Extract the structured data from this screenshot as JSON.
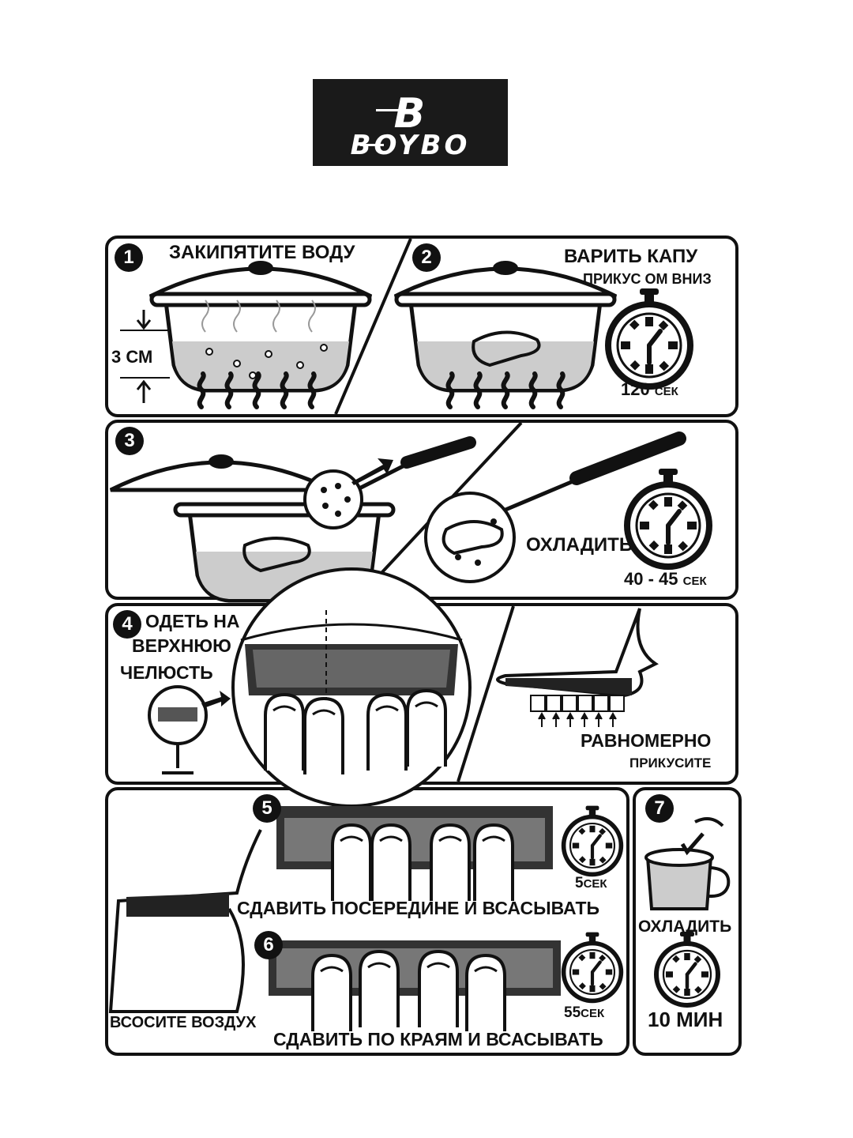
{
  "logo": {
    "mark": "B",
    "brand": "BOYBO"
  },
  "steps": [
    {
      "number": "1",
      "title": "ЗАКИПЯТИТЕ ВОДУ",
      "measure": "3 СМ"
    },
    {
      "number": "2",
      "title": "ВАРИТЬ КАПУ",
      "subtitle": "ПРИКУС ОМ ВНИЗ",
      "time": "120",
      "unit": "СЕК"
    },
    {
      "number": "3",
      "action": "ОХЛАДИТЬ",
      "time": "40 - 45",
      "unit": "СЕК"
    },
    {
      "number": "4",
      "line1": "ОДЕТЬ НА",
      "line2": "ВЕРХНЮЮ",
      "line3": "ЧЕЛЮСТЬ",
      "bite1": "РАВНОМЕРНО",
      "bite2": "ПРИКУСИТЕ"
    },
    {
      "number": "5",
      "time": "5",
      "unit": "СЕК",
      "action": "СДАВИТЬ ПОСЕРЕДИНЕ И ВСАСЫВАТЬ",
      "suck": "ВСОСИТЕ ВОЗДУХ"
    },
    {
      "number": "6",
      "time": "55",
      "unit": "СЕК",
      "action": "СДАВИТЬ ПО КРАЯМ И ВСАСЫВАТЬ"
    },
    {
      "number": "7",
      "action": "ОХЛАДИТЬ",
      "time": "10 МИН"
    }
  ]
}
